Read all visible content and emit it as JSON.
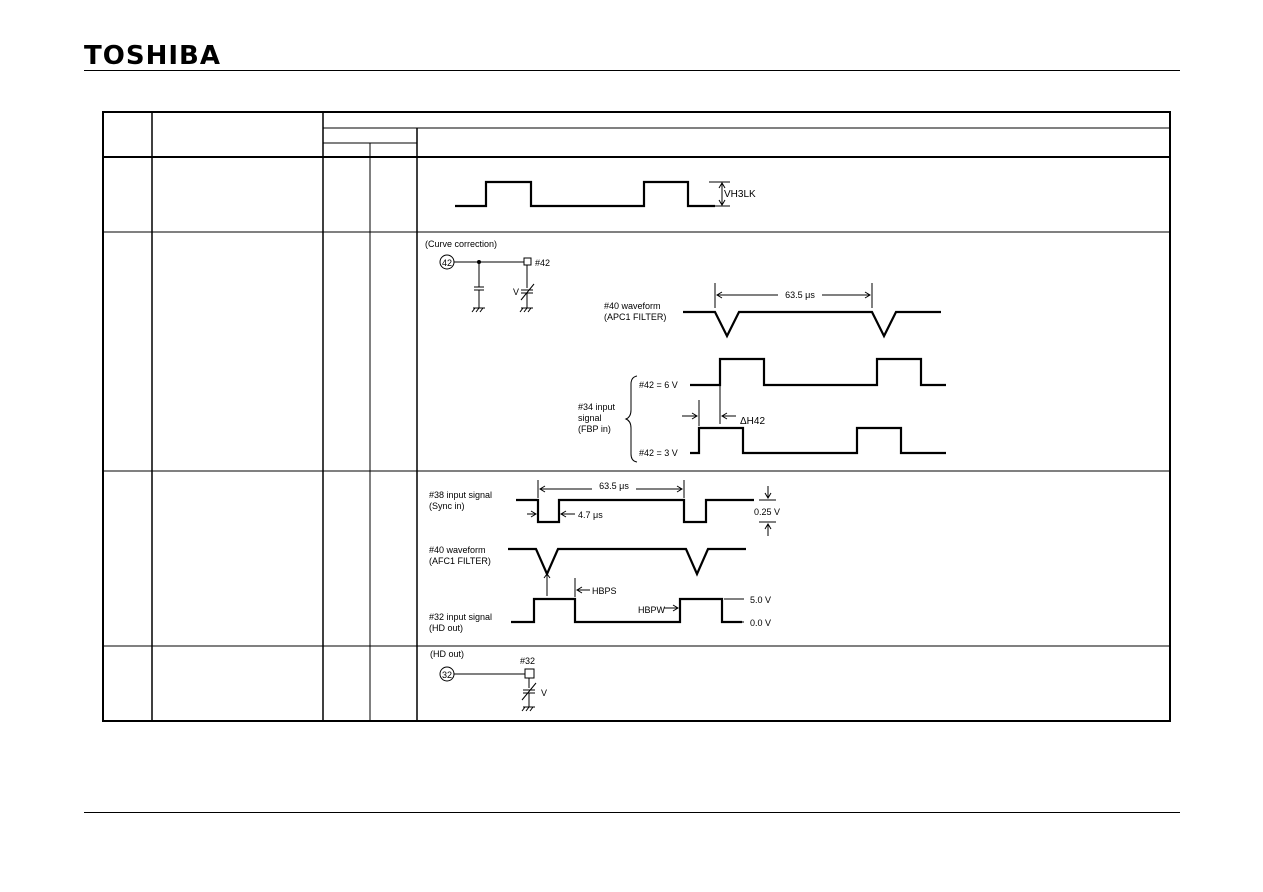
{
  "header": {
    "brand": "TOSHIBA"
  },
  "rows": [
    {
      "id": "vblk",
      "label": "VH3LK"
    },
    {
      "id": "curve",
      "title": "(Curve correction)",
      "pin": "42",
      "terminal": "#42",
      "v_label": "V",
      "wave_label_1": "#40 waveform",
      "wave_label_2": "(APC1 FILTER)",
      "period": "63.5 μs",
      "input_label_1": "#34 input",
      "input_label_2": "signal",
      "input_label_3": "(FBP in)",
      "cond_high": "#42 = 6 V",
      "cond_low": "#42 = 3 V",
      "delta_label": "ΔH42"
    },
    {
      "id": "hd",
      "sync_label_1": "#38 input signal",
      "sync_label_2": "(Sync in)",
      "period": "63.5 μs",
      "pulse_width": "4.7 μs",
      "sync_amp": "0.25 V",
      "wave_label_1": "#40 waveform",
      "wave_label_2": "(AFC1 FILTER)",
      "hd_label_1": "#32 input signal",
      "hd_label_2": "(HD out)",
      "hbps": "HBPS",
      "hbpw": "HBPW",
      "v_high": "5.0 V",
      "v_low": "0.0 V"
    },
    {
      "id": "hdout",
      "title": "(HD out)",
      "pin": "32",
      "terminal": "#32",
      "v_label": "V"
    }
  ]
}
